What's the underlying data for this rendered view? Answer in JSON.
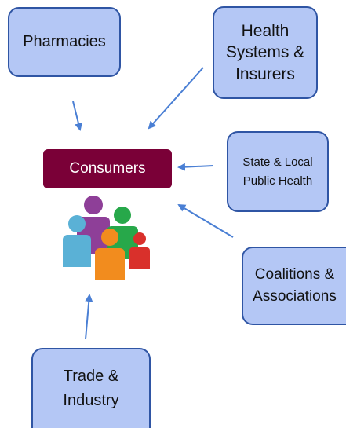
{
  "center": {
    "label": "Consumers"
  },
  "stakeholders": {
    "pharmacies": "Pharmacies",
    "health_systems": "Health\nSystems &\nInsurers",
    "public_health": "State & Local\nPublic Health",
    "coalitions": "Coalitions &\nAssociations",
    "trade": "Trade &\nIndustry"
  },
  "icon": "people-group-icon",
  "colors": {
    "box_fill": "#b4c7f5",
    "box_border": "#2f55a4",
    "center_fill": "#7a0037",
    "arrow": "#4a7fd4",
    "people": [
      "#8e3f98",
      "#27a84a",
      "#5ab1d6",
      "#f28c1e",
      "#d9302b"
    ]
  }
}
